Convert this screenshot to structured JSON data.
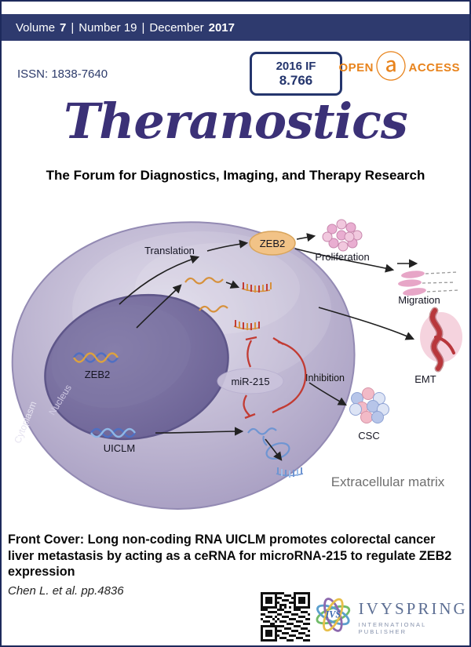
{
  "header": {
    "volume_word": "Volume",
    "volume_number": "7",
    "separator": "|",
    "number_text": "Number 19",
    "month_text": "December",
    "year": "2017"
  },
  "issn": "ISSN: 1838-7640",
  "impact_factor": {
    "label": "2016 IF",
    "value": "8.766"
  },
  "open_access": {
    "word1": "OPEN",
    "icon_char": "ⓐ",
    "word2": "ACCESS"
  },
  "journal": {
    "title": "Theranostics",
    "tagline": "The Forum for Diagnostics, Imaging, and Therapy Research"
  },
  "figure": {
    "labels": {
      "translation": "Translation",
      "zeb2_protein": "ZEB2",
      "mir215": "miR-215",
      "inhibition": "Inhibition",
      "zeb2_gene": "ZEB2",
      "uiclm": "UICLM",
      "nucleus": "Nucleus",
      "cytoplasm": "Cytoplasm",
      "proliferation": "Proliferation",
      "migration": "Migration",
      "emt": "EMT",
      "csc": "CSC",
      "ecm": "Extracellular matrix"
    }
  },
  "front_cover": {
    "text": "Front Cover: Long non-coding RNA UICLM promotes colorectal cancer liver metastasis by acting as a ceRNA for microRNA-215 to regulate ZEB2 expression",
    "citation": "Chen L. et al. pp.4836"
  },
  "publisher": {
    "name": "IVYSPRING",
    "subtitle": "INTERNATIONAL PUBLISHER",
    "monogram": "IVS"
  },
  "colors": {
    "navy": "#2e3a6e",
    "orange": "#e8831c",
    "title_purple": "#3b3177",
    "cell_purple": "#bcb4d0",
    "nucleus_purple": "#6a6194",
    "inhibition_red": "#c23b33",
    "pink": "#e9aed1",
    "blue": "#b7c5e9",
    "gray_text": "#6f6f6f"
  }
}
